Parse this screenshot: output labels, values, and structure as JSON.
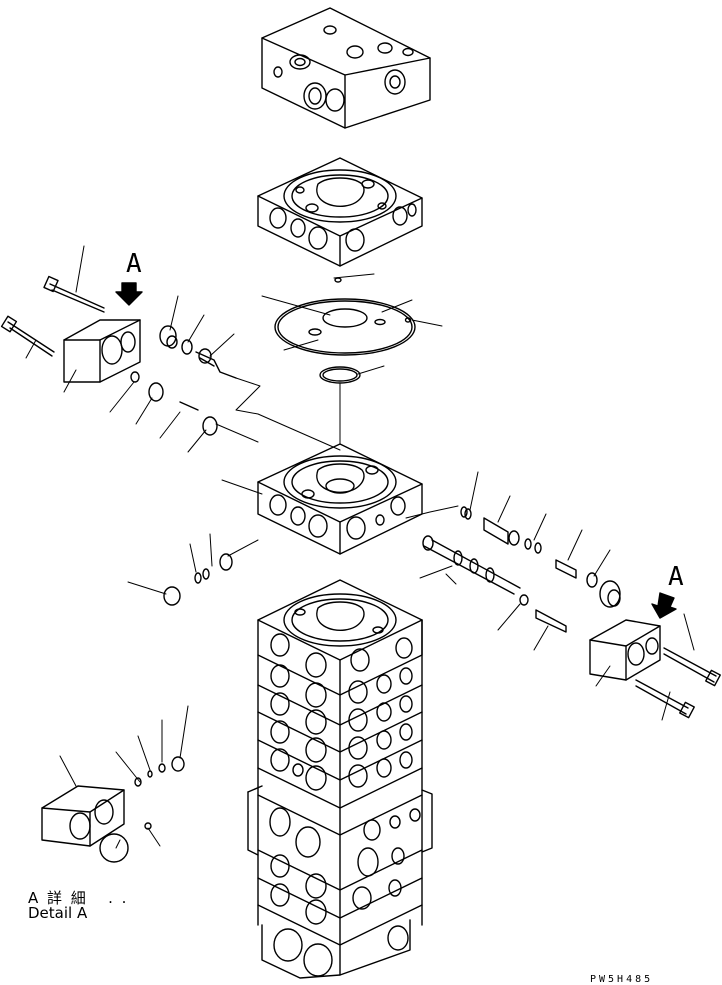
{
  "labels": {
    "view_a_left": "A",
    "view_a_right": "A",
    "detail_jp": "A 詳 細   . .",
    "detail_en": "Detail A",
    "drawing_code": "PW5H485"
  }
}
